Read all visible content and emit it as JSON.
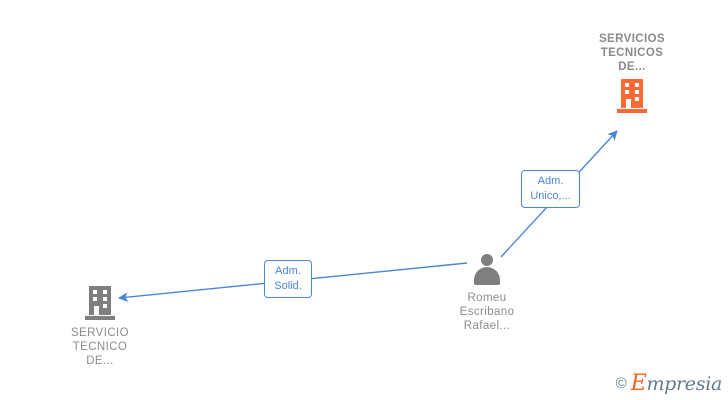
{
  "diagram": {
    "title_visible": false,
    "background_color": "#ffffff",
    "edge_color": "#4a86d8",
    "nodes": [
      {
        "id": "company-top",
        "type": "company",
        "icon": "building-icon",
        "icon_color": "#fb6a33",
        "label_lines": [
          "SERVICIOS",
          "TECNICOS",
          "DE..."
        ],
        "label_position": "above",
        "bold": true
      },
      {
        "id": "person-center",
        "type": "person",
        "icon": "person-icon",
        "icon_color": "#7f7f7f",
        "label_lines": [
          "Romeu",
          "Escribano",
          "Rafael..."
        ],
        "label_position": "below",
        "bold": false
      },
      {
        "id": "company-left",
        "type": "company",
        "icon": "building-icon",
        "icon_color": "#7f7f7f",
        "label_lines": [
          "SERVICIO",
          "TECNICO",
          "DE..."
        ],
        "label_position": "below",
        "bold": false
      }
    ],
    "edges": [
      {
        "id": "edge-adm-unico",
        "from": "person-center",
        "to": "company-top",
        "label_lines": [
          "Adm.",
          "Unico,..."
        ],
        "arrow": "to"
      },
      {
        "id": "edge-adm-solid",
        "from": "person-center",
        "to": "company-left",
        "label_lines": [
          "Adm.",
          "Solid."
        ],
        "arrow": "to"
      }
    ]
  },
  "watermark": {
    "copyright": "©",
    "brand_initial": "E",
    "brand_rest": "mpresia",
    "color": "#5f7d8c",
    "accent_color": "#f26522"
  }
}
